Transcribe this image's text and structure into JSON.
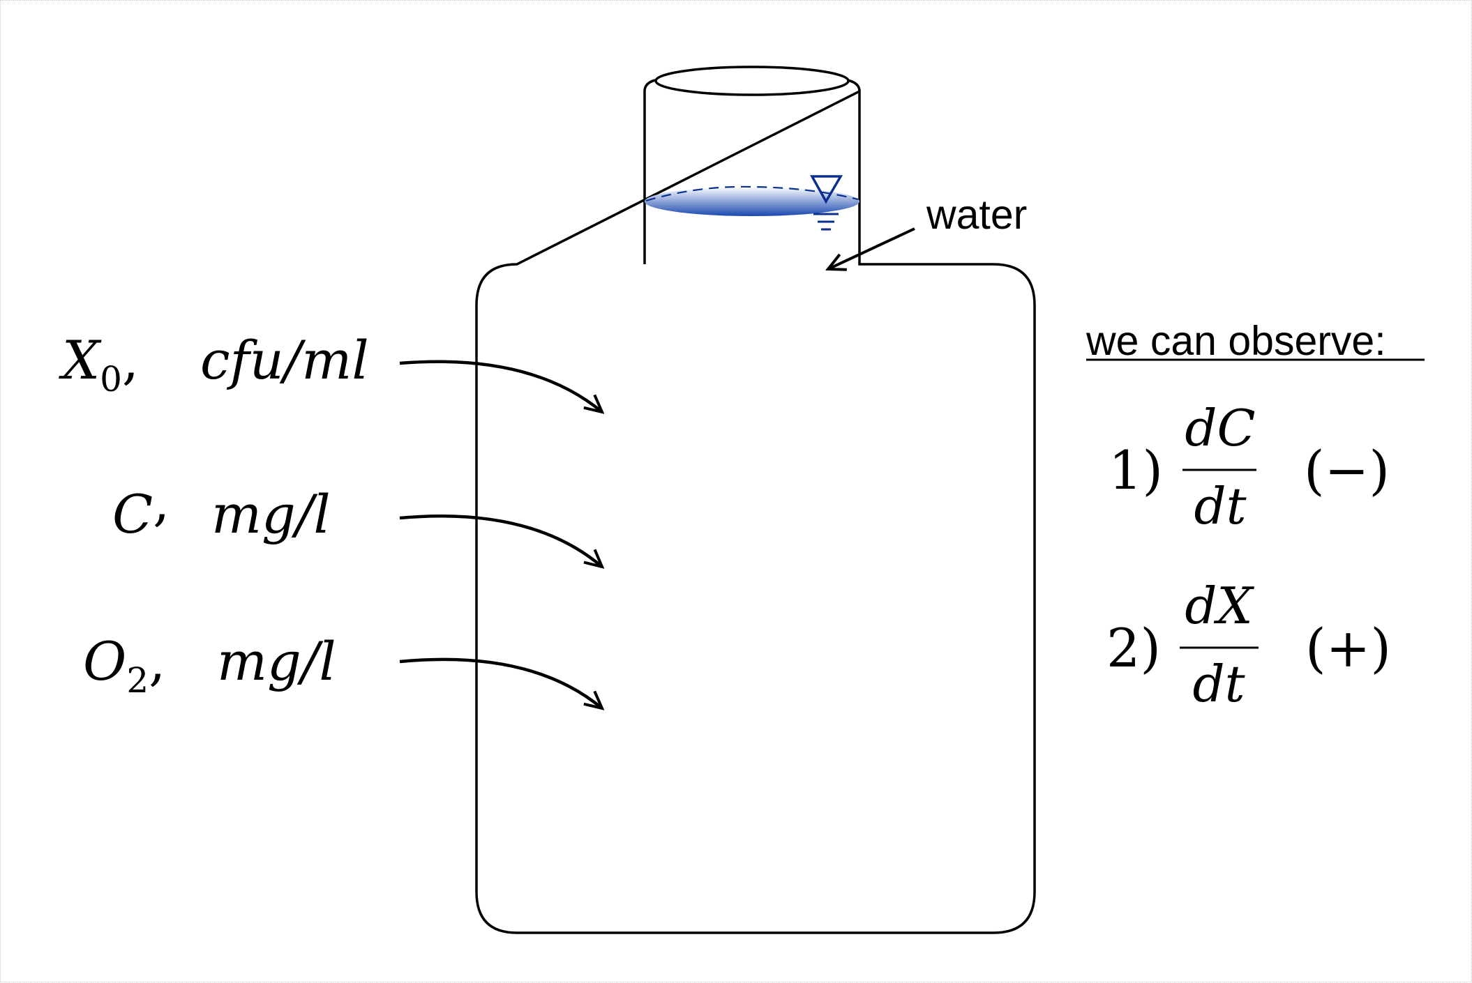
{
  "colors": {
    "outline": "#000000",
    "water_fill": "#1a48b0",
    "water_symbol": "#0a2f8f"
  },
  "labels": {
    "water": "water",
    "observe_heading": "we can observe:"
  },
  "inputs": [
    {
      "symbol": "X",
      "subscript": "0",
      "unit": "cfu/ml"
    },
    {
      "symbol": "C",
      "subscript": "",
      "unit": "mg/l"
    },
    {
      "symbol": "O",
      "subscript": "2",
      "unit": "mg/l"
    }
  ],
  "observations": [
    {
      "index": "1)",
      "numerator": "dC",
      "denominator": "dt",
      "sign": "(−)"
    },
    {
      "index": "2)",
      "numerator": "dX",
      "denominator": "dt",
      "sign": "(+)"
    }
  ]
}
